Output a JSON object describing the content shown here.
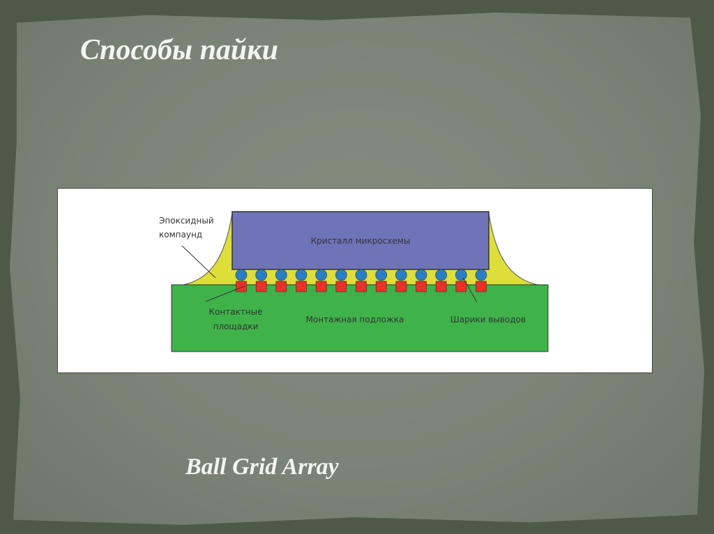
{
  "slide": {
    "title": "Способы пайки",
    "caption": "Ball Grid Array"
  },
  "diagram": {
    "labels": {
      "epoxy_line1": "Эпоксидный",
      "epoxy_line2": "компаунд",
      "die": "Кристалл микросхемы",
      "pads_line1": "Контактные",
      "pads_line2": "площадки",
      "substrate": "Монтажная подложка",
      "balls": "Шарики выводов"
    },
    "ball_count": 13,
    "colors": {
      "die": "#6f73b8",
      "substrate": "#3fb34a",
      "epoxy": "#dede3a",
      "ball": "#2a7fc4",
      "pad": "#e8312a"
    }
  }
}
